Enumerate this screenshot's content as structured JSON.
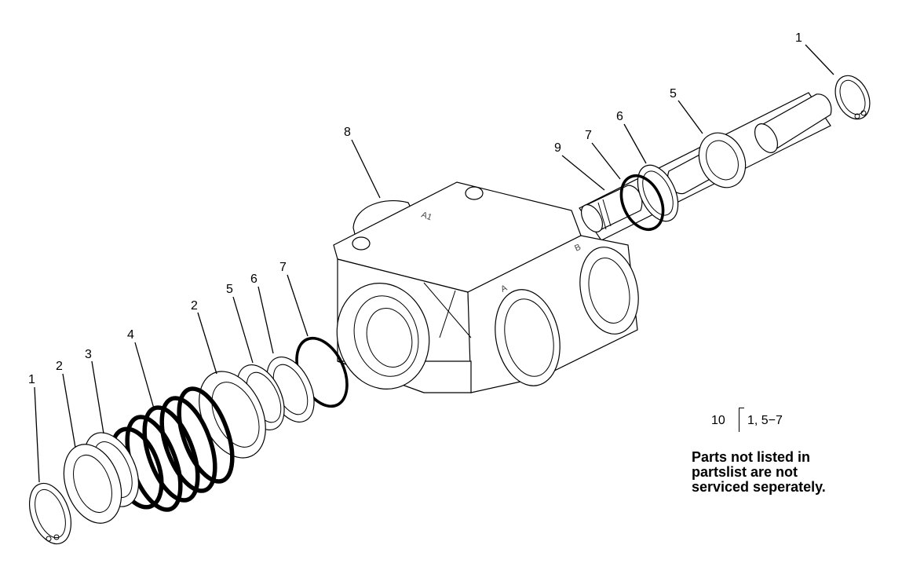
{
  "callouts": {
    "c1_right": "1",
    "c5_right": "5",
    "c6_right": "6",
    "c7_right": "7",
    "c9_right": "9",
    "c8_body": "8",
    "c7_left": "7",
    "c6_left": "6",
    "c5_left": "5",
    "c2_mid": "2",
    "c4_spring": "4",
    "c3_left": "3",
    "c2_left": "2",
    "c1_left": "1"
  },
  "body_stamps": {
    "port_top": "A1",
    "port_b": "B",
    "port_a": "A"
  },
  "kit": {
    "quantity": "10",
    "items": "1, 5−7"
  },
  "note": {
    "line1": "Parts not listed in",
    "line2": "partslist are not",
    "line3": "serviced seperately."
  }
}
